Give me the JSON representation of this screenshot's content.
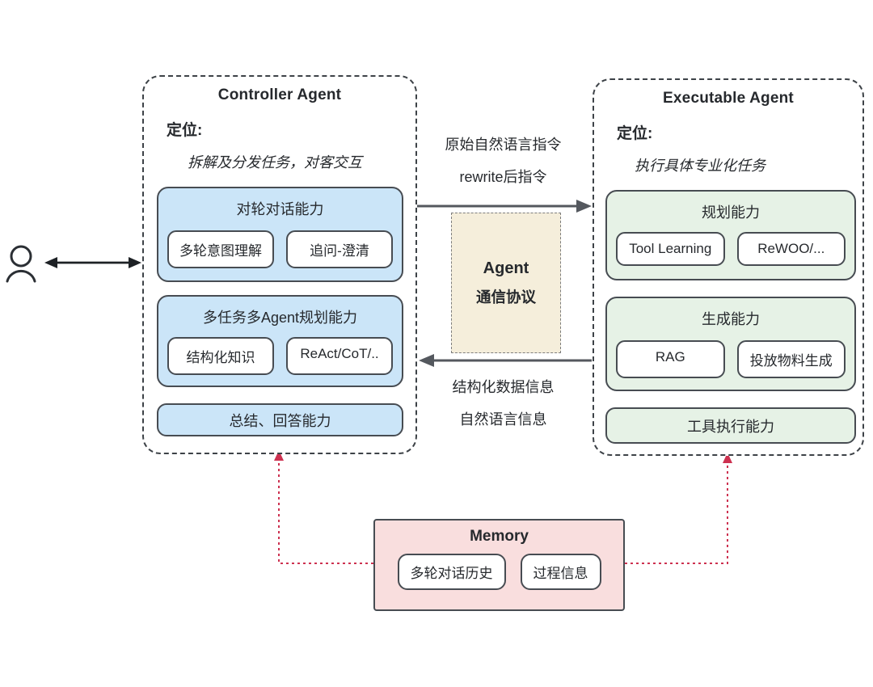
{
  "diagram": {
    "controller": {
      "title": "Controller Agent",
      "position_label": "定位:",
      "position_desc": "拆解及分发任务，对客交互",
      "groups": [
        {
          "title": "对轮对话能力",
          "pills": [
            "多轮意图理解",
            "追问-澄清"
          ]
        },
        {
          "title": "多任务多Agent规划能力",
          "pills": [
            "结构化知识",
            "ReAct/CoT/.."
          ]
        }
      ],
      "bottom_bar": "总结、回答能力"
    },
    "executable": {
      "title": "Executable Agent",
      "position_label": "定位:",
      "position_desc": "执行具体专业化任务",
      "groups": [
        {
          "title": "规划能力",
          "pills": [
            "Tool Learning",
            "ReWOO/..."
          ]
        },
        {
          "title": "生成能力",
          "pills": [
            "RAG",
            "投放物料生成"
          ]
        }
      ],
      "bottom_bar": "工具执行能力"
    },
    "flow_to_executable": {
      "line1": "原始自然语言指令",
      "line2": "rewrite后指令"
    },
    "flow_to_controller": {
      "line1": "结构化数据信息",
      "line2": "自然语言信息"
    },
    "protocol": {
      "line1": "Agent",
      "line2": "通信协议"
    },
    "memory": {
      "title": "Memory",
      "pills": [
        "多轮对话历史",
        "过程信息"
      ]
    },
    "icons": {
      "user": "user-icon"
    },
    "colors": {
      "controller_fill": "#cbe5f8",
      "executable_fill": "#e6f2e6",
      "protocol_fill": "#f5eedb",
      "memory_fill": "#f9dede",
      "border_dark": "#474c52",
      "arrow_dark": "#54585e",
      "red_accent": "#cd3150"
    }
  }
}
